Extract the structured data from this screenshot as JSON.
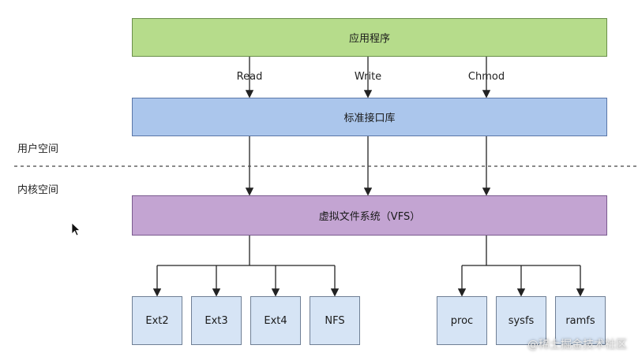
{
  "top": {
    "label": "应用程序"
  },
  "calls": [
    "Read",
    "Write",
    "Chmod"
  ],
  "lib": {
    "label": "标准接口库"
  },
  "spaces": {
    "user": "用户空间",
    "kernel": "内核空间"
  },
  "vfs": {
    "label": "虚拟文件系统（VFS）"
  },
  "filesystems_left": [
    "Ext2",
    "Ext3",
    "Ext4",
    "NFS"
  ],
  "filesystems_right": [
    "proc",
    "sysfs",
    "ramfs"
  ],
  "watermark": "@稀土掘金技术社区",
  "icons": {
    "pointer": "mouse-cursor-icon"
  }
}
